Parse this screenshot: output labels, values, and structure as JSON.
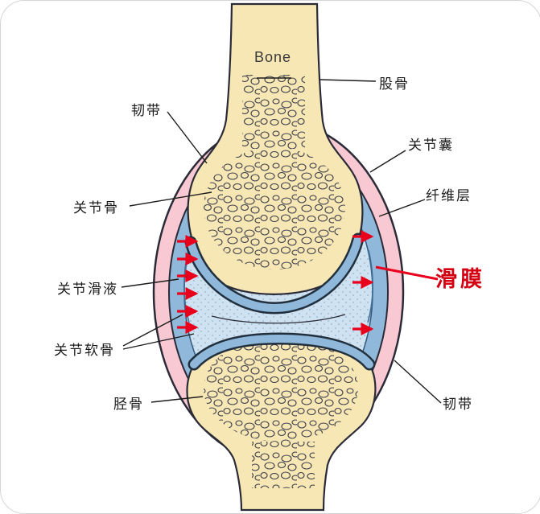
{
  "diagram": {
    "subject": "knee-joint-anatomy",
    "labels": {
      "bone": "Bone",
      "femur": "股骨",
      "ligament_left": "韧带",
      "joint_capsule": "关节囊",
      "fibrous_layer": "纤维层",
      "joint_bone": "关节骨",
      "synovium": "滑膜",
      "synovial_fluid": "关节滑液",
      "articular_cartilage": "关节软骨",
      "tibia": "胫骨",
      "ligament_right": "韧带"
    },
    "colors": {
      "bone_fill": "#f6e7b4",
      "capsule_pink": "#f8c9d2",
      "membrane_blue": "#8fb8da",
      "fluid_blue": "#cfe2f2",
      "outline": "#2b2b38",
      "annotation_red": "#e8001c",
      "leader_black": "#1c1c1c"
    }
  }
}
